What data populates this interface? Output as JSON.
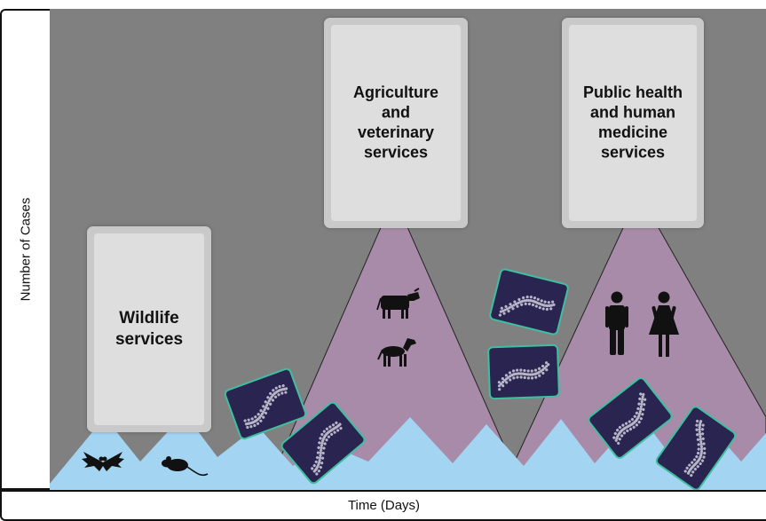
{
  "y_axis_label": "Number of Cases",
  "x_axis_label": "Time (Days)",
  "services": {
    "wildlife": "Wildlife\nservices",
    "agriculture": "Agriculture\nand\nveterinary\nservices",
    "public_health": "Public health\nand human\nmedicine\nservices"
  },
  "colors": {
    "background": "#808080",
    "wildlife_peaks": "#a3d4f2",
    "large_peaks": "#a88ba8",
    "service_box": "#d9d9d9",
    "microbe_card": "#2a2550",
    "microbe_border": "#3fbf9f",
    "microbe_dots": "#b8b4c8"
  },
  "icons": [
    "bat-icon",
    "rat-icon",
    "cow-icon",
    "dog-icon",
    "man-icon",
    "woman-icon"
  ]
}
